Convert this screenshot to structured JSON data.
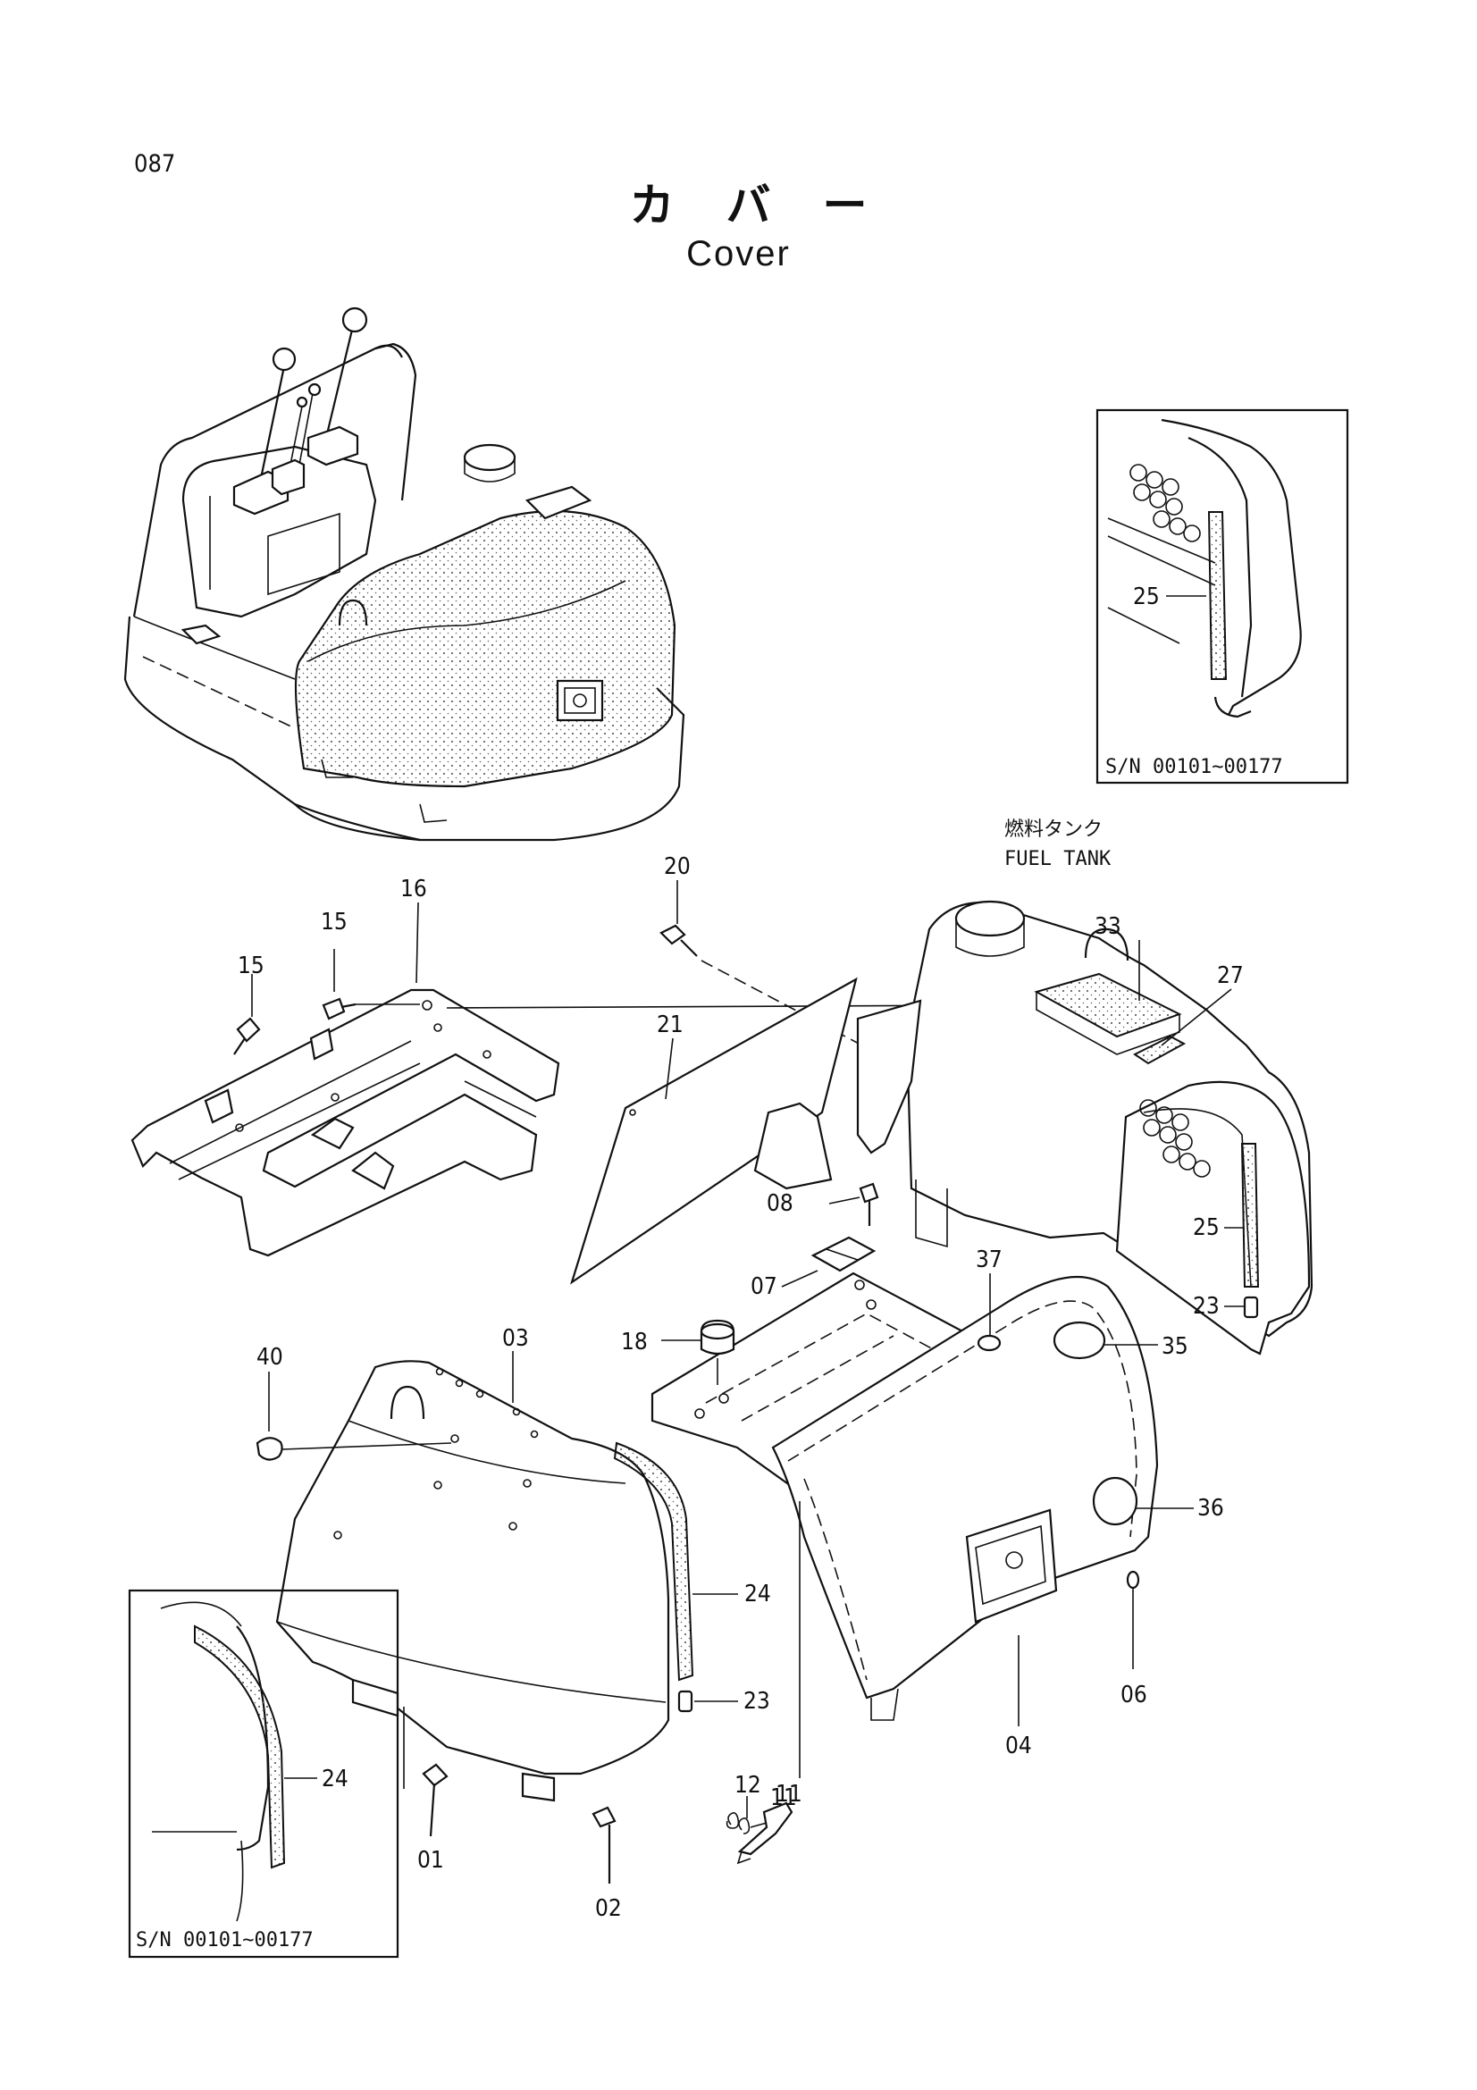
{
  "header": {
    "page_number": "087",
    "title_ja": "カバー",
    "title_en": "Cover"
  },
  "notes": {
    "fuel_tank_ja": "燃料タンク",
    "fuel_tank_en": "FUEL TANK",
    "serial_top": "S/N 00101~00177",
    "serial_bottom": "S/N 00101~00177"
  },
  "callouts": {
    "c01": "01",
    "c02": "02",
    "c03": "03",
    "c04": "04",
    "c06": "06",
    "c07": "07",
    "c08": "08",
    "c11a": "11",
    "c11b": "11",
    "c12": "12",
    "c15a": "15",
    "c15b": "15",
    "c16": "16",
    "c18": "18",
    "c20": "20",
    "c21": "21",
    "c23a": "23",
    "c23b": "23",
    "c24a": "24",
    "c24b": "24",
    "c25a": "25",
    "c25b": "25",
    "c27": "27",
    "c33": "33",
    "c35": "35",
    "c36": "36",
    "c37": "37",
    "c40": "40"
  }
}
